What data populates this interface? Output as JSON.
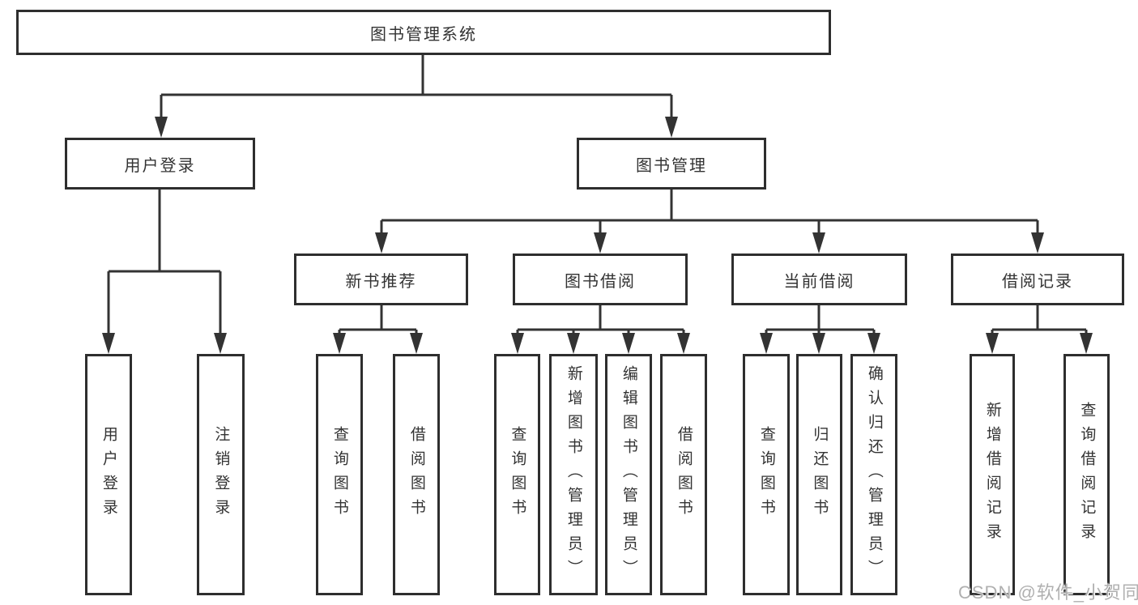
{
  "nodes": {
    "root": {
      "label": "图书管理系统"
    },
    "user_login": {
      "label": "用户登录"
    },
    "book_management": {
      "label": "图书管理"
    },
    "new_book_recommendation": {
      "label": "新书推荐"
    },
    "book_borrowing": {
      "label": "图书借阅"
    },
    "current_borrowing": {
      "label": "当前借阅"
    },
    "borrowing_records": {
      "label": "借阅记录"
    },
    "leaves": {
      "login": [
        "用户登录",
        "注销登录"
      ],
      "recommend": [
        "查询图书",
        "借阅图书"
      ],
      "borrow": [
        "查询图书",
        "新增图书（管理员）",
        "编辑图书（管理员）",
        "借阅图书"
      ],
      "current": [
        "查询图书",
        "归还图书",
        "确认归还（管理员）"
      ],
      "records": [
        "新增借阅记录",
        "查询借阅记录"
      ]
    }
  },
  "watermark": {
    "text": "CSDN @软件_小贺同学"
  },
  "colors": {
    "line": "#333333",
    "box_border": "#2e2e2e",
    "text": "#333333",
    "background": "#ffffff",
    "watermark": "#b0b0b0"
  }
}
